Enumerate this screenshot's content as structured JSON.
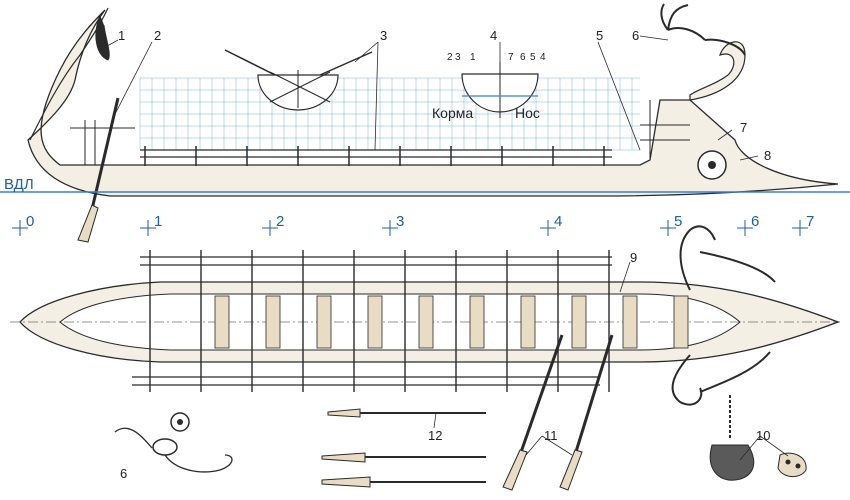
{
  "colors": {
    "ink": "#2a2a2a",
    "grid": "#7fb0e6",
    "waterline": "#3a7fd8",
    "axis": "#1f5fa8",
    "hull_fill": "#f4efe4",
    "wood": "#e8dcc4"
  },
  "side_view": {
    "waterline_label": "ВДЛ",
    "stern_label": "Корма",
    "bow_label": "Нос",
    "station_numbers": [
      "0",
      "1",
      "2",
      "3",
      "4",
      "5",
      "6",
      "7"
    ]
  },
  "section_detail": {
    "numbers": [
      "2",
      "3",
      "1",
      "7",
      "6",
      "5",
      "4"
    ]
  },
  "callouts": [
    "1",
    "2",
    "3",
    "4",
    "5",
    "6",
    "7",
    "8",
    "9",
    "10",
    "11",
    "12"
  ],
  "bottom_callouts": [
    "6",
    "12",
    "11",
    "10"
  ]
}
